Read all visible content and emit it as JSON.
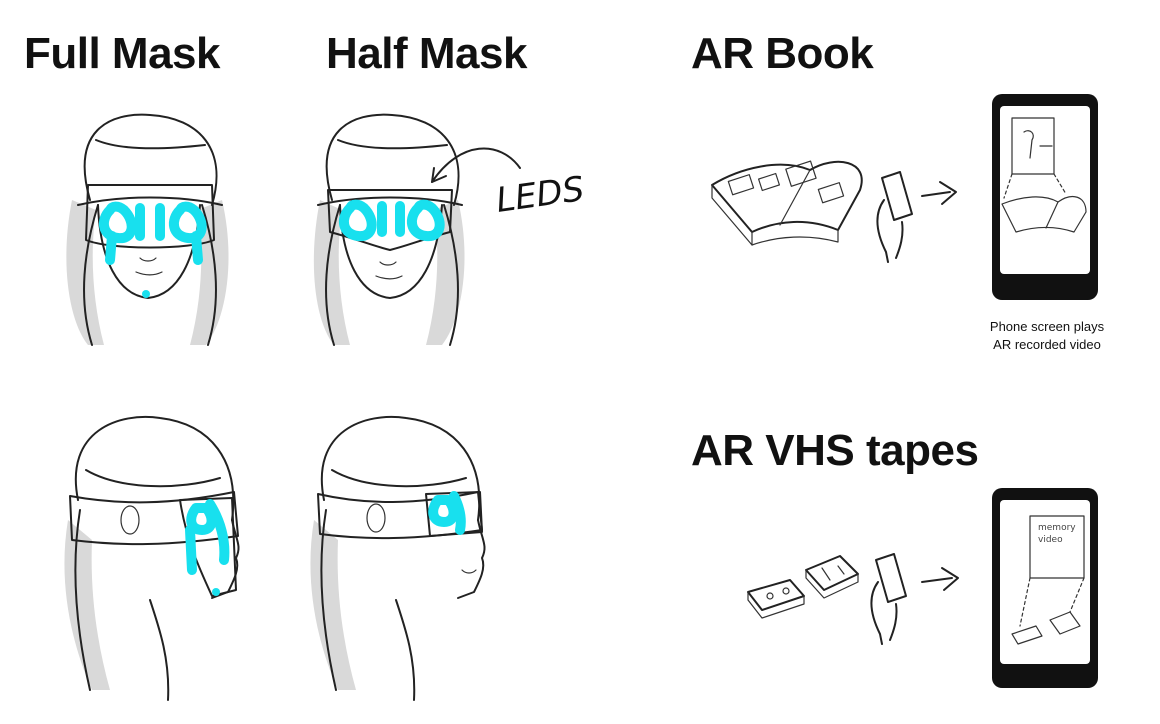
{
  "headings": {
    "full_mask": "Full Mask",
    "half_mask": "Half Mask",
    "ar_book": "AR Book",
    "ar_vhs": "AR VHS tapes"
  },
  "annotations": {
    "leds": "LEDS"
  },
  "caption": {
    "line1": "Phone screen plays",
    "line2": "AR recorded video"
  },
  "sketch_text": {
    "memory_video_line1": "memory",
    "memory_video_line2": "video"
  },
  "colors": {
    "led": "#18e0ee",
    "ink": "#222222",
    "shade": "#d9d9d9"
  }
}
